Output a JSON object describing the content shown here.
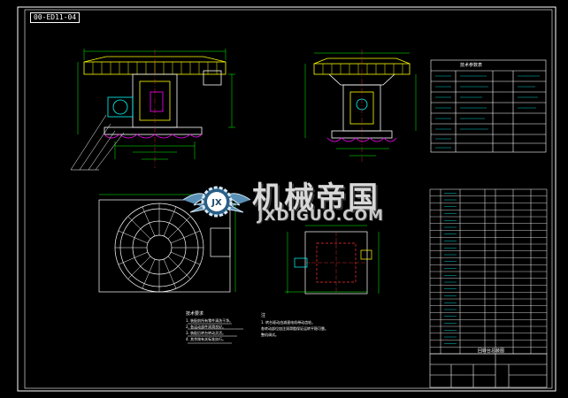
{
  "drawing": {
    "code_tag": "00-ED11-04",
    "background": "#000000",
    "line_colors": {
      "frame": "#ffffff",
      "dim": "#00ff00",
      "section": "#ff00ff",
      "body": "#ffff00",
      "table": "#00ffff",
      "hatch": "#ff3030"
    }
  },
  "watermark": {
    "title_cn": "机械帝国",
    "domain": "JXDIGUO.COM",
    "logo_letters": "JX"
  },
  "notes_left": {
    "heading": "技术要求",
    "lines": [
      "1. 装配前所有零件清洗干净。",
      "2. 各运动部件润滑良好。",
      "3. 装配后转台转动灵活。",
      "4. 其余按有关标准执行。"
    ]
  },
  "notes_right": {
    "heading": "注",
    "lines": [
      "1. 转台驱动由减速电机带动齿轮。",
      "各转动部位加注润滑脂保证运转平稳可靠。",
      "整机调试。"
    ]
  },
  "spec_table": {
    "title": "技术参数表"
  },
  "title_block": {
    "name": "回转台总装图"
  }
}
